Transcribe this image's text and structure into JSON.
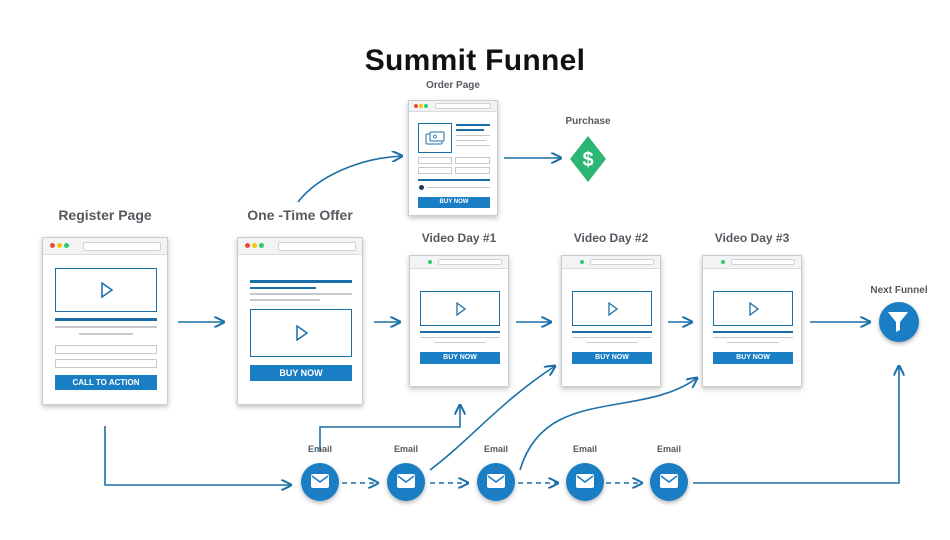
{
  "title": "Summit Funnel",
  "pages": {
    "register": {
      "label": "Register Page",
      "button": "CALL TO ACTION"
    },
    "oto": {
      "label": "One -Time Offer",
      "button": "BUY NOW"
    },
    "order": {
      "label": "Order Page",
      "button": "BUY NOW"
    },
    "purchase": {
      "label": "Purchase",
      "icon": "dollar-diamond-icon"
    },
    "video1": {
      "label": "Video Day #1",
      "button": "BUY NOW"
    },
    "video2": {
      "label": "Video Day #2",
      "button": "BUY NOW"
    },
    "video3": {
      "label": "Video Day #3",
      "button": "BUY NOW"
    },
    "next": {
      "label": "Next Funnel",
      "icon": "funnel-icon"
    }
  },
  "emails": [
    {
      "label": "Email",
      "icon": "envelope-icon"
    },
    {
      "label": "Email",
      "icon": "envelope-icon"
    },
    {
      "label": "Email",
      "icon": "envelope-icon"
    },
    {
      "label": "Email",
      "icon": "envelope-icon"
    },
    {
      "label": "Email",
      "icon": "envelope-icon"
    }
  ],
  "colors": {
    "accent": "#1a7ec4",
    "connector": "#1b6fa8",
    "purchase": "#2bb673"
  }
}
